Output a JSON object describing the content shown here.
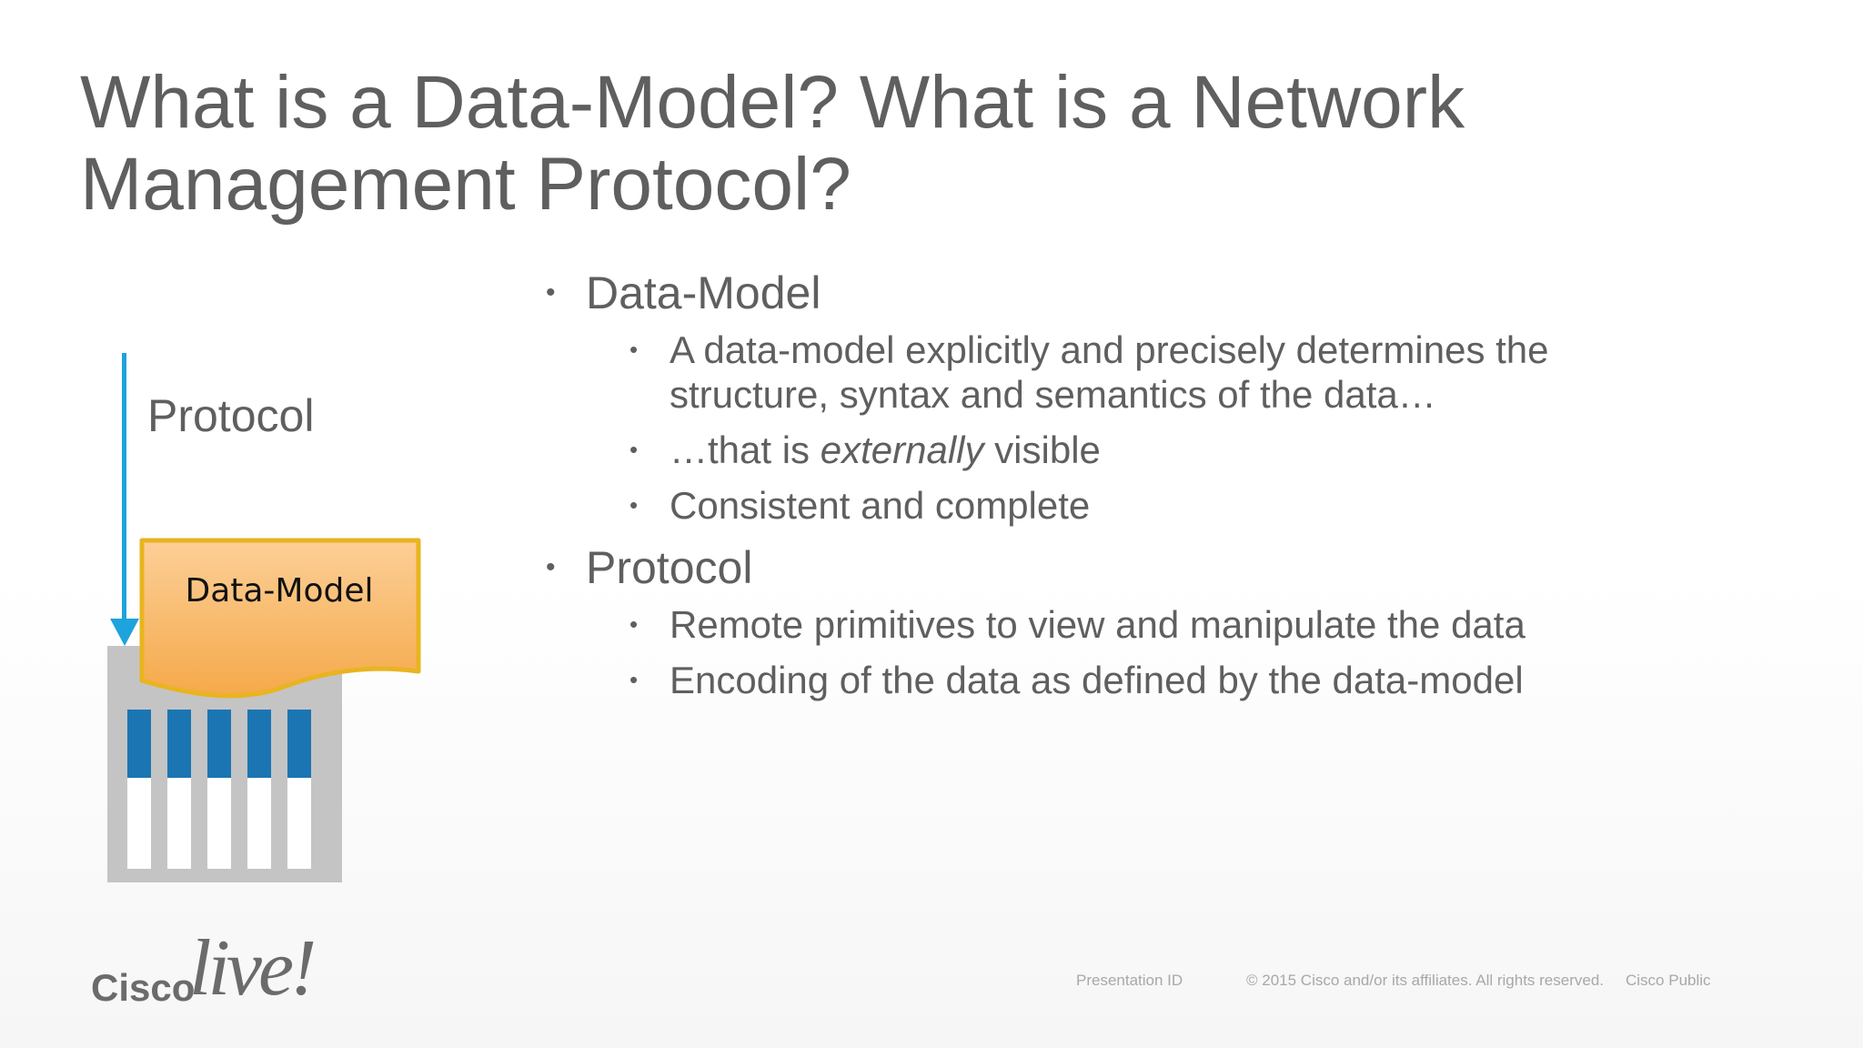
{
  "slide": {
    "title_line1": "What is a Data-Model? What is a Network",
    "title_line2": "Management Protocol?"
  },
  "bullets": {
    "datamodel": {
      "heading": "Data-Model",
      "items": [
        "A data-model explicitly and precisely determines the",
        "structure, syntax and semantics of the data…",
        "…that is ",
        "externally",
        " visible",
        "Consistent and complete"
      ]
    },
    "protocol": {
      "heading": "Protocol",
      "items": [
        "Remote primitives to view and manipulate the data",
        "Encoding of the data as defined by the data-model"
      ]
    },
    "bullet_glyph": "•"
  },
  "diagram": {
    "protocol_label": "Protocol",
    "datamodel_label": "Data-Model",
    "colors": {
      "arrow": "#1ea3dd",
      "box_fill_top": "#fccf97",
      "box_fill_bottom": "#f5a94a",
      "box_border": "#e9b420",
      "slot_fill": "#1b75b3",
      "device": "#c4c4c4"
    }
  },
  "footer": {
    "logo_cisco": "Cisco",
    "logo_live": "live!",
    "presentation_id": "Presentation ID",
    "copyright": "© 2015  Cisco and/or its affiliates. All rights reserved.",
    "classification": "Cisco Public"
  }
}
